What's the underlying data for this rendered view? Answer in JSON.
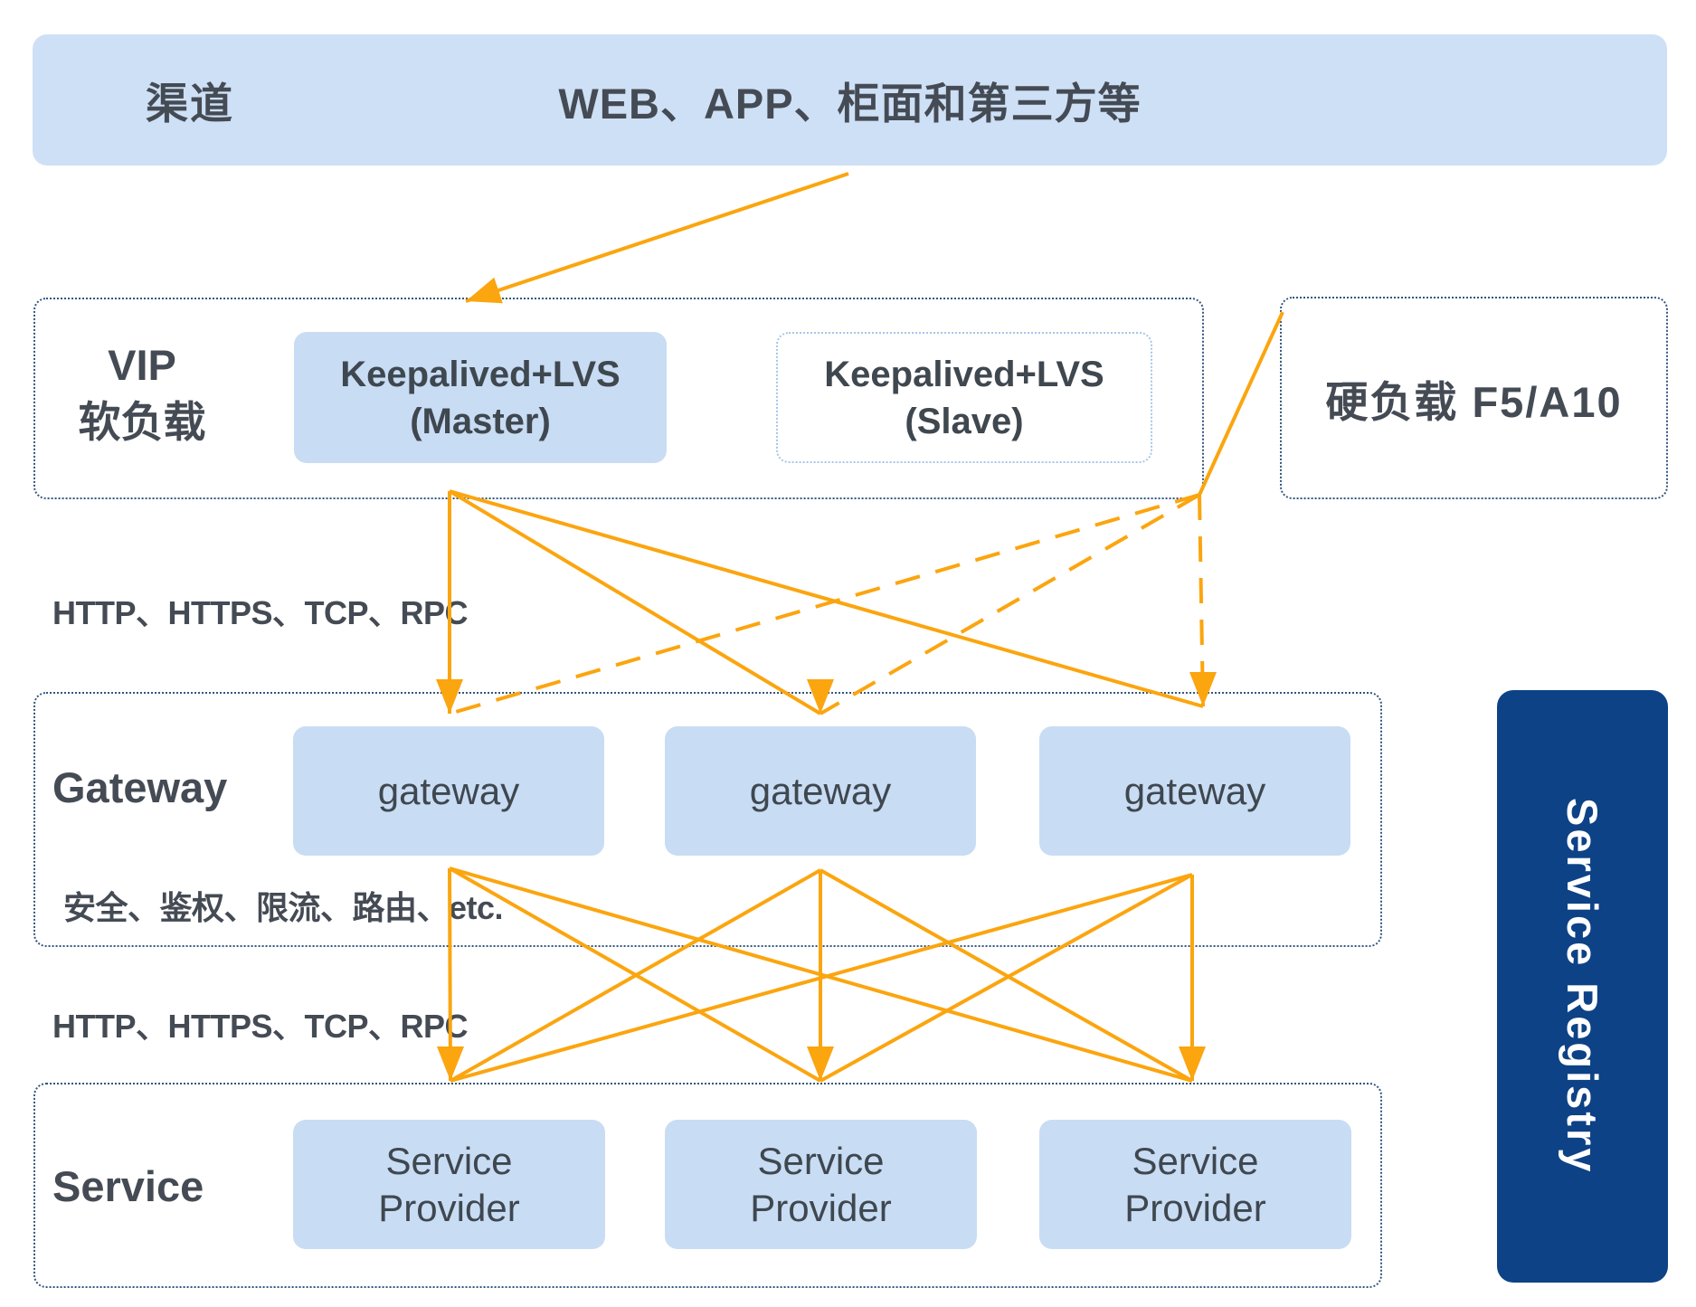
{
  "palette": {
    "box_fill": "#C8DCF4",
    "bar_fill": "#CEE0F6",
    "text_dark": "#454B54",
    "outline_navy": "#31567E",
    "outline_light": "#A7C6E8",
    "accent_orange": "#FBA50F",
    "registry_navy": "#0D4286",
    "registry_text": "#FFFFFF"
  },
  "header": {
    "label": "渠道",
    "value": "WEB、APP、柜面和第三方等"
  },
  "vip": {
    "label_line1": "VIP",
    "label_line2": "软负载",
    "master": {
      "line1": "Keepalived+LVS",
      "line2": "(Master)"
    },
    "slave": {
      "line1": "Keepalived+LVS",
      "line2": "(Slave)"
    }
  },
  "hard_lb": {
    "label": "硬负载 F5/A10"
  },
  "labels": {
    "protocol_top": "HTTP、HTTPS、TCP、RPC",
    "protocol_bottom": "HTTP、HTTPS、TCP、RPC"
  },
  "gateway": {
    "label": "Gateway",
    "nodes": [
      "gateway",
      "gateway",
      "gateway"
    ],
    "features": "安全、鉴权、限流、路由、etc."
  },
  "service": {
    "label": "Service",
    "nodes": [
      {
        "line1": "Service",
        "line2": "Provider"
      },
      {
        "line1": "Service",
        "line2": "Provider"
      },
      {
        "line1": "Service",
        "line2": "Provider"
      }
    ]
  },
  "registry": {
    "label": "Service Registry"
  },
  "connections": [
    {
      "from": "channel",
      "to": "vip-load-balancer",
      "style": "solid",
      "arrow": true
    },
    {
      "from": "hard-load-balancer",
      "to": "vip-corner",
      "style": "solid",
      "arrow": false
    },
    {
      "from": "keepalived-master",
      "to": "gateway-1",
      "style": "solid",
      "arrow": true
    },
    {
      "from": "keepalived-master",
      "to": "gateway-2",
      "style": "solid",
      "arrow": true
    },
    {
      "from": "keepalived-master",
      "to": "gateway-3",
      "style": "solid",
      "arrow": true
    },
    {
      "from": "vip-corner",
      "to": "gateway-1",
      "style": "dashed",
      "arrow": true
    },
    {
      "from": "vip-corner",
      "to": "gateway-2",
      "style": "dashed",
      "arrow": true
    },
    {
      "from": "vip-corner",
      "to": "gateway-3",
      "style": "dashed",
      "arrow": true
    },
    {
      "from": "gateway-1",
      "to": "service-1",
      "style": "solid",
      "arrow": true
    },
    {
      "from": "gateway-1",
      "to": "service-2",
      "style": "solid",
      "arrow": true
    },
    {
      "from": "gateway-1",
      "to": "service-3",
      "style": "solid",
      "arrow": true
    },
    {
      "from": "gateway-2",
      "to": "service-1",
      "style": "solid",
      "arrow": true
    },
    {
      "from": "gateway-2",
      "to": "service-2",
      "style": "solid",
      "arrow": true
    },
    {
      "from": "gateway-2",
      "to": "service-3",
      "style": "solid",
      "arrow": true
    },
    {
      "from": "gateway-3",
      "to": "service-1",
      "style": "solid",
      "arrow": true
    },
    {
      "from": "gateway-3",
      "to": "service-2",
      "style": "solid",
      "arrow": true
    },
    {
      "from": "gateway-3",
      "to": "service-3",
      "style": "solid",
      "arrow": true
    }
  ]
}
